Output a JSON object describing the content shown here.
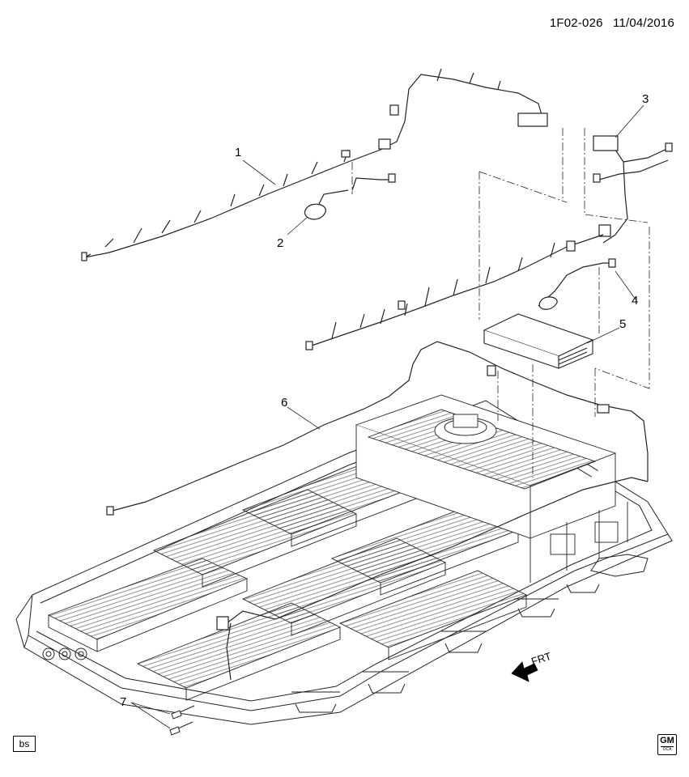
{
  "header": {
    "code": "1F02-026",
    "date": "11/04/2016"
  },
  "callouts": {
    "c1": "1",
    "c2": "2",
    "c3": "3",
    "c4": "4",
    "c5": "5",
    "c6": "6",
    "c7": "7"
  },
  "direction": {
    "label": "FRT"
  },
  "badge": {
    "text": "bs"
  },
  "logo": {
    "text": "GM",
    "subtext": "OCA"
  }
}
